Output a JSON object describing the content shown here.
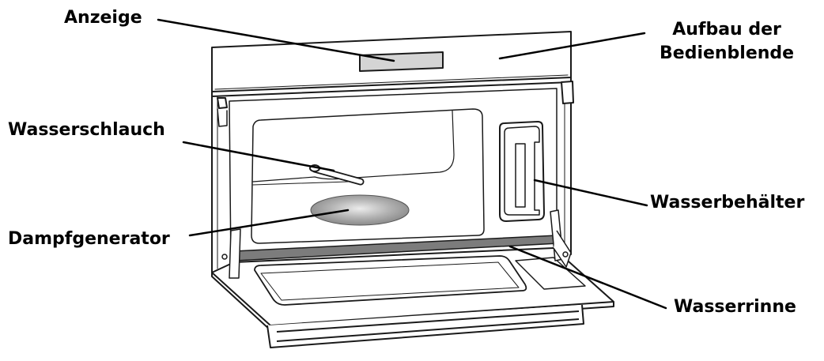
{
  "labels": {
    "anzeige": "Anzeige",
    "aufbau_line1": "Aufbau der",
    "aufbau_line2": "Bedienblende",
    "wasserschlauch": "Wasserschlauch",
    "wasserbehaelter": "Wasserbehälter",
    "dampfgenerator": "Dampfgenerator",
    "wasserrinne": "Wasserrinne"
  },
  "colors": {
    "outline": "#1a1a1a",
    "gutter": "#7c7c7c",
    "generator_center": "#e6e6e6",
    "generator_edge": "#8a8a8a",
    "display": "#d4d4d4"
  }
}
